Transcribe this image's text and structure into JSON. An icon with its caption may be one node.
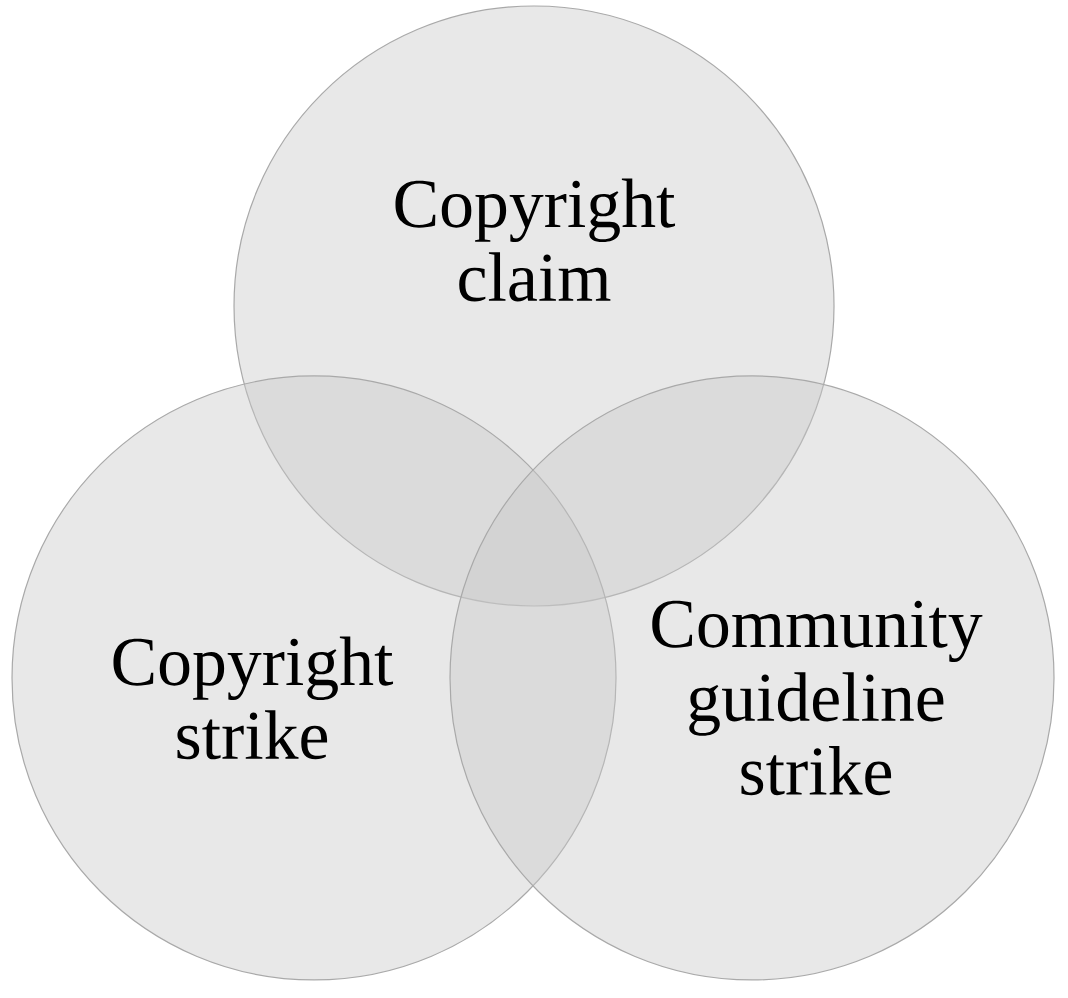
{
  "diagram": {
    "nodes": [
      {
        "text": [
          "Copyright claim"
        ]
      },
      {
        "text": [
          "Copyright strike"
        ]
      },
      {
        "text": [
          "Community guideline strike"
        ]
      }
    ]
  }
}
